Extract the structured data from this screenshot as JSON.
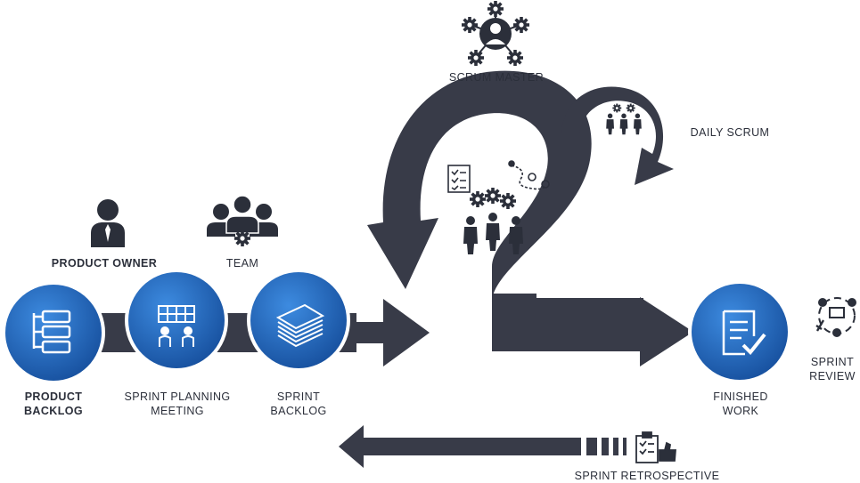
{
  "labels": {
    "scrum_master": "SCRUM MASTER",
    "daily_scrum": "DAILY SCRUM",
    "product_owner": "PRODUCT OWNER",
    "team": "TEAM",
    "product_backlog": [
      "PRODUCT",
      "BACKLOG"
    ],
    "sprint_planning_meeting": [
      "SPRINT PLANNING",
      "MEETING"
    ],
    "sprint_backlog": [
      "SPRINT",
      "BACKLOG"
    ],
    "finished_work": [
      "FINISHED",
      "WORK"
    ],
    "sprint_review": [
      "SPRINT",
      "REVIEW"
    ],
    "sprint_retrospective": "SPRINT RETROSPECTIVE"
  },
  "colors": {
    "dark": "#383b48",
    "blue": "#1f63b8",
    "blue_light": "#3a86d8",
    "text": "#2b2f3a"
  },
  "icons": [
    "scrum-master-icon",
    "daily-scrum-team-icon",
    "product-owner-icon",
    "team-icon",
    "backlog-list-icon",
    "planning-meeting-icon",
    "paper-stack-icon",
    "finished-work-checklist-icon",
    "sprint-review-icon",
    "retrospective-clipboard-icon",
    "checklist-icon",
    "roadmap-icon",
    "working-team-icon"
  ]
}
